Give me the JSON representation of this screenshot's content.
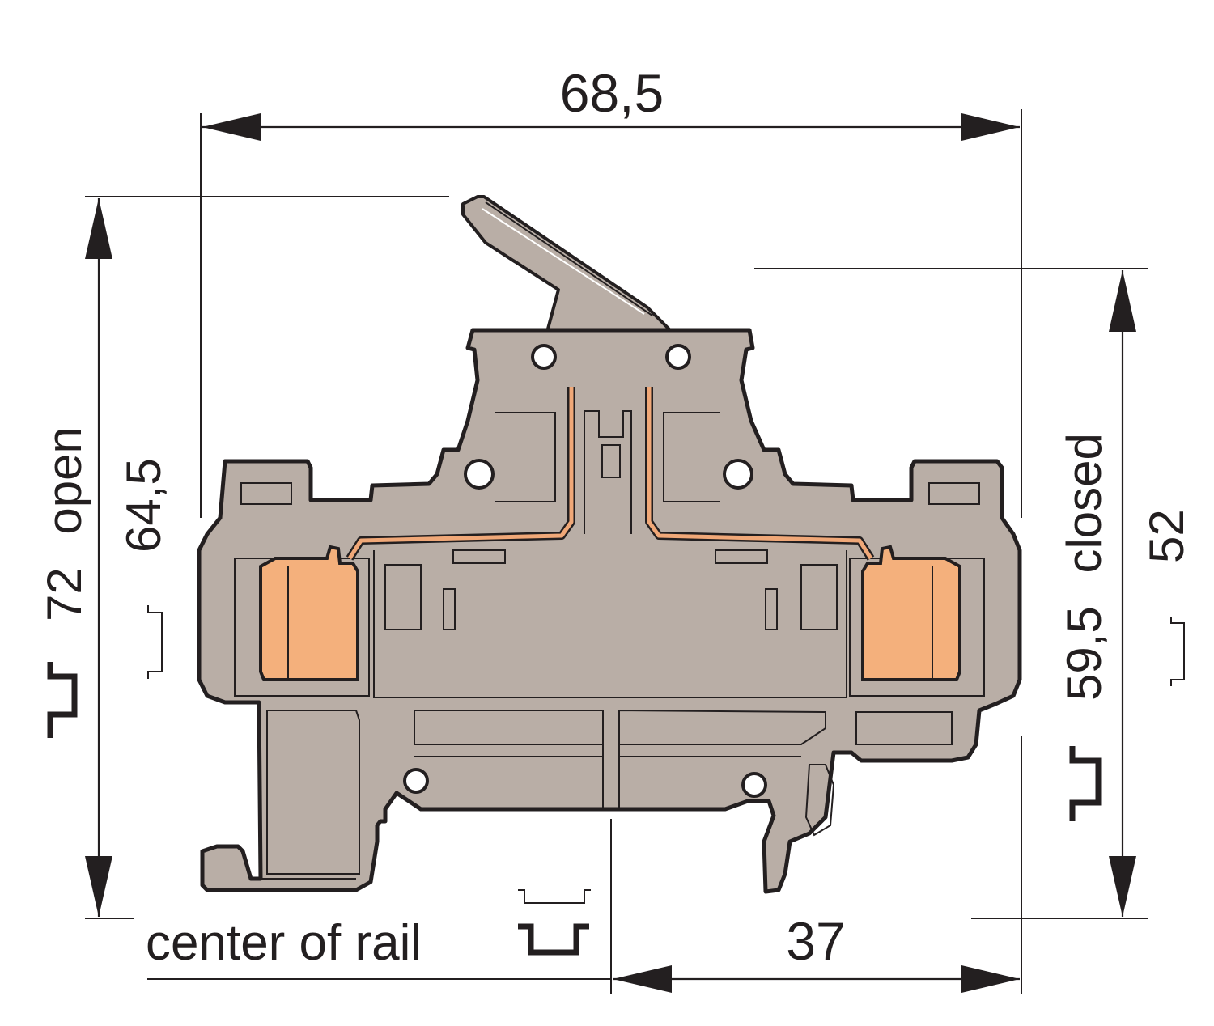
{
  "drawing": {
    "colors": {
      "housing": "#b9aea6",
      "spring_clamp": "#f4b07c",
      "outline": "#231f20",
      "background": "#ffffff"
    },
    "dimensions": {
      "overall_width": "68,5",
      "height_open": "72",
      "height_open_label": "open",
      "height_open_alt": "64,5",
      "height_closed": "59,5",
      "height_closed_label": "closed",
      "height_closed_alt": "52",
      "rail_to_side": "37"
    },
    "rail_reference_label": "center of rail",
    "symbols": {
      "large_rail": "rail-profile-large-icon",
      "small_rail": "rail-profile-small-icon"
    }
  }
}
